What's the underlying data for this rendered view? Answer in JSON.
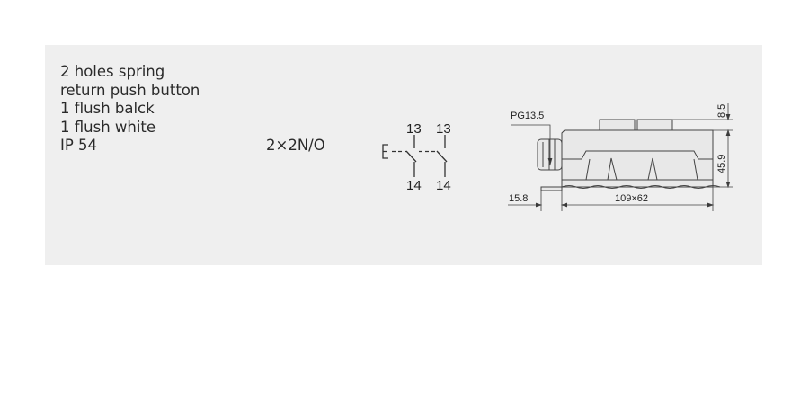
{
  "description": [
    "2 holes spring",
    "return push button",
    "1 flush balck",
    "1 flush white",
    "IP 54"
  ],
  "contacts": "2×2N/O",
  "schematic": {
    "top_left": "13",
    "top_right": "13",
    "bottom_left": "14",
    "bottom_right": "14"
  },
  "drawing": {
    "gland": "PG13.5",
    "top_height": "8.5",
    "body_height": "45.9",
    "width": "109×62",
    "gland_length": "15.8"
  }
}
